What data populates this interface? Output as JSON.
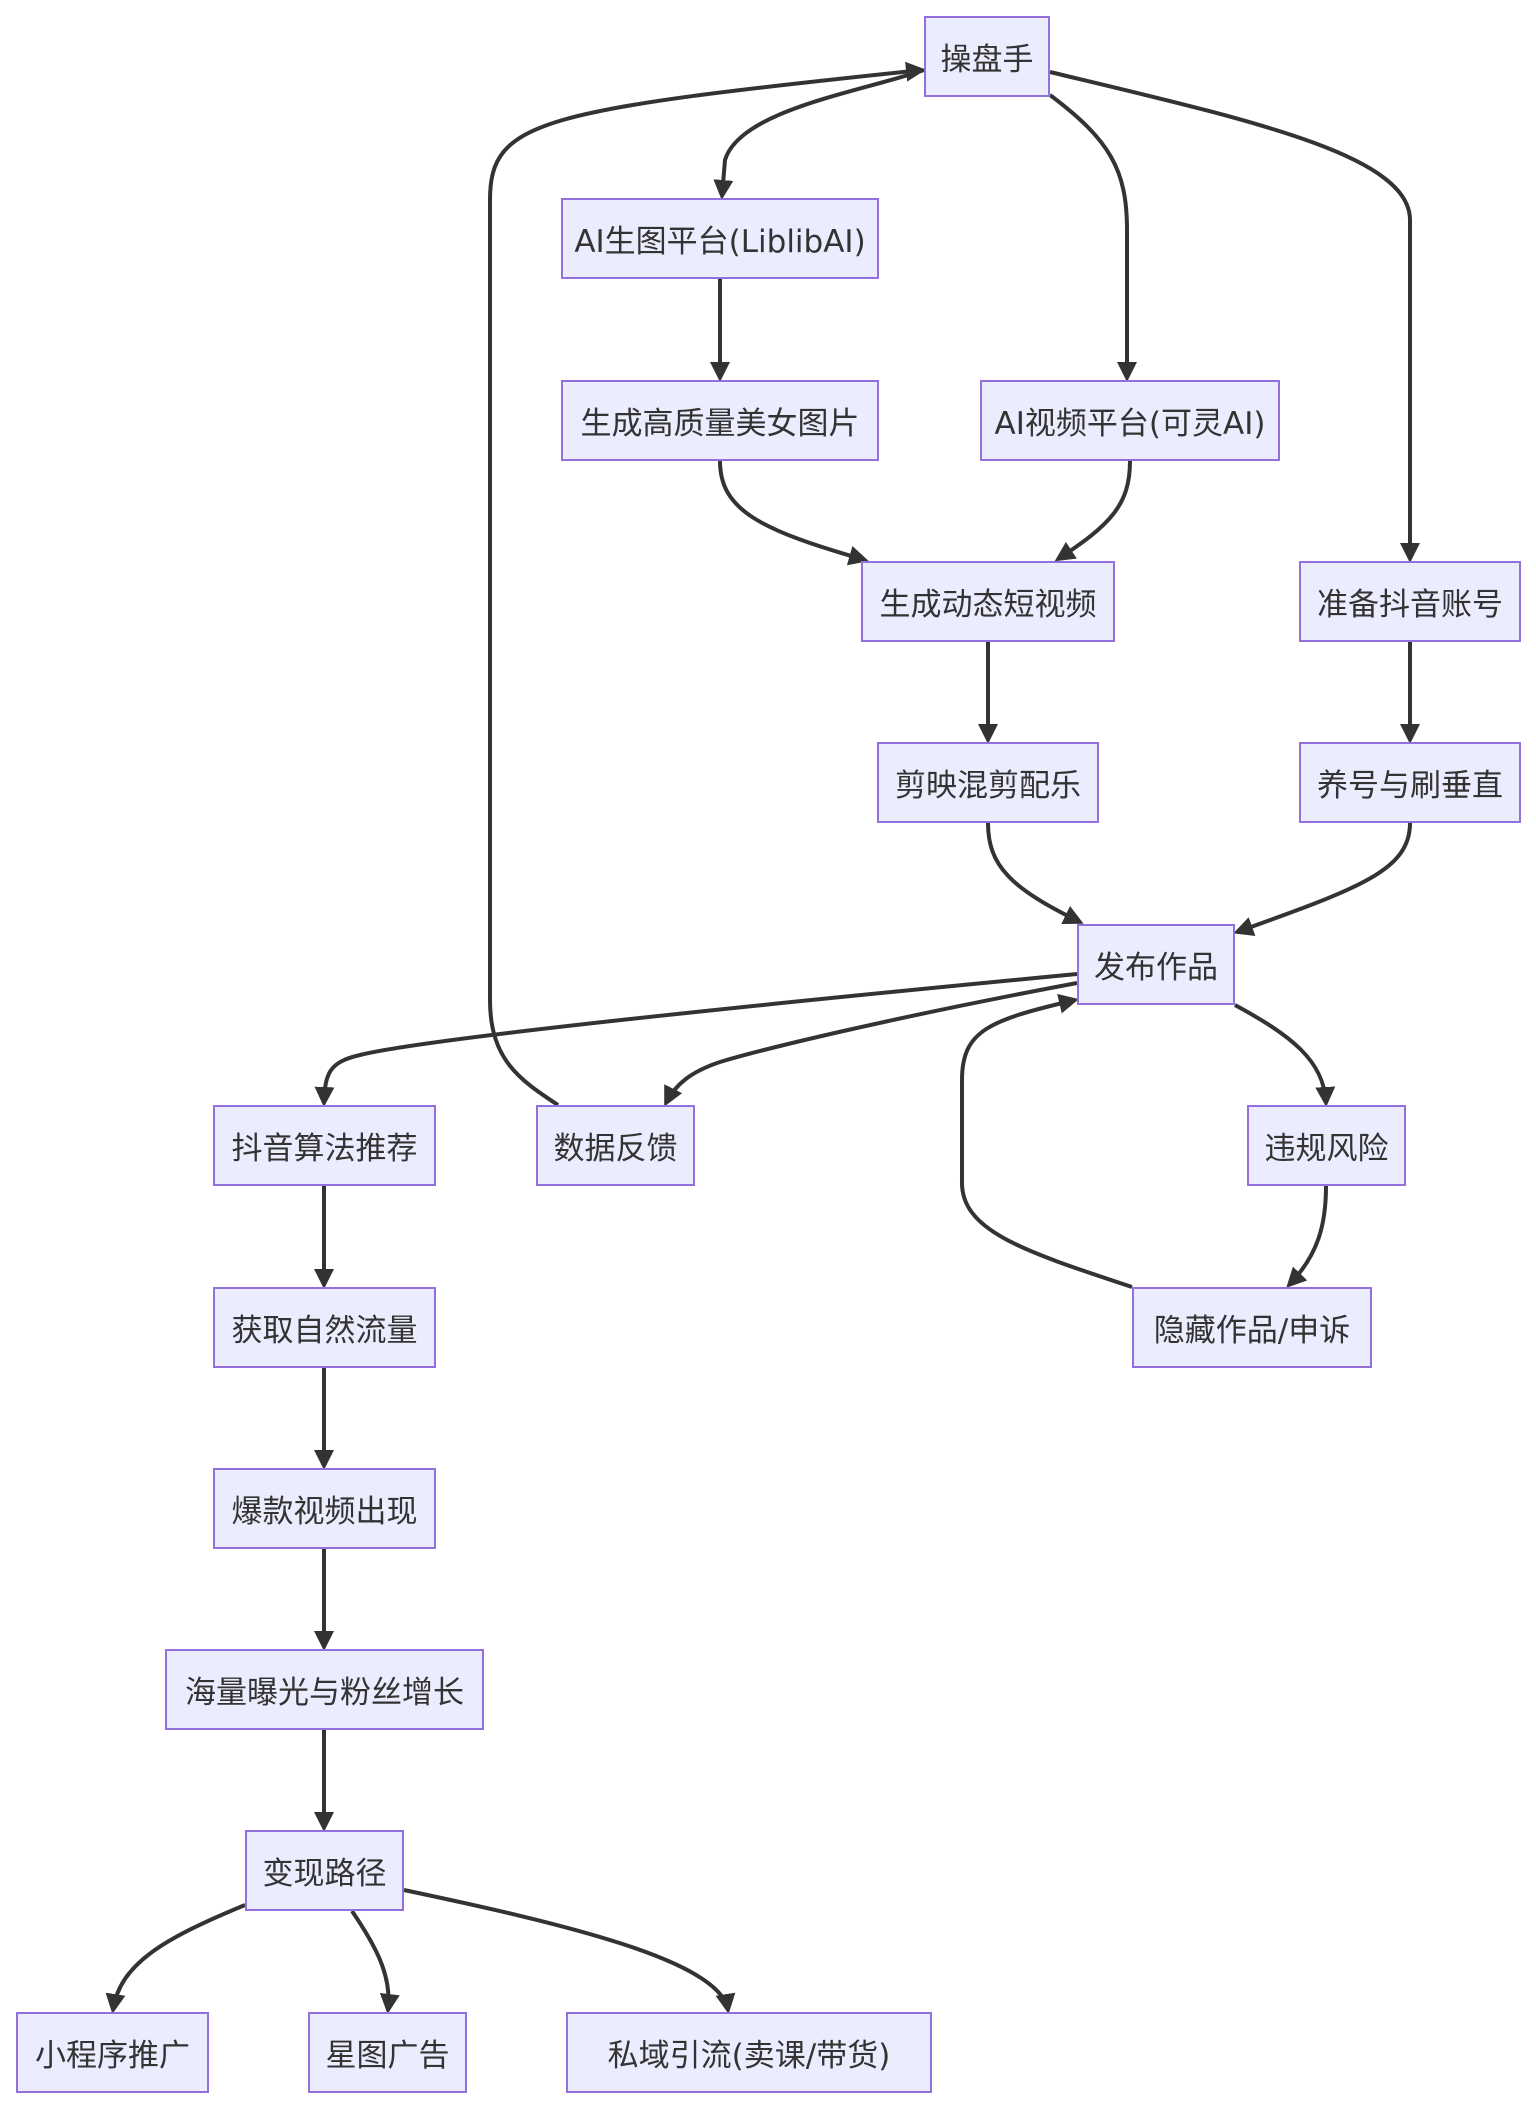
{
  "diagram": {
    "colors": {
      "node_fill": "#ececff",
      "node_border": "#9370db",
      "edge": "#333333",
      "text": "#333333"
    },
    "nodes": {
      "trader": "操盘手",
      "ai_image_platform": "AI生图平台(LiblibAI)",
      "generate_images": "生成高质量美女图片",
      "ai_video_platform": "AI视频平台(可灵AI)",
      "generate_video": "生成动态短视频",
      "prepare_account": "准备抖音账号",
      "edit_music": "剪映混剪配乐",
      "nurture_account": "养号与刷垂直",
      "publish": "发布作品",
      "algorithm": "抖音算法推荐",
      "data_feedback": "数据反馈",
      "violation_risk": "违规风险",
      "organic_traffic": "获取自然流量",
      "hide_appeal": "隐藏作品/申诉",
      "viral_video": "爆款视频出现",
      "exposure_fans": "海量曝光与粉丝增长",
      "monetization": "变现路径",
      "mini_program": "小程序推广",
      "star_ads": "星图广告",
      "private_traffic": "私域引流(卖课/带货)"
    },
    "edges": [
      [
        "trader",
        "ai_image_platform"
      ],
      [
        "trader",
        "ai_video_platform"
      ],
      [
        "trader",
        "prepare_account"
      ],
      [
        "ai_image_platform",
        "generate_images"
      ],
      [
        "generate_images",
        "generate_video"
      ],
      [
        "ai_video_platform",
        "generate_video"
      ],
      [
        "generate_video",
        "edit_music"
      ],
      [
        "prepare_account",
        "nurture_account"
      ],
      [
        "edit_music",
        "publish"
      ],
      [
        "nurture_account",
        "publish"
      ],
      [
        "publish",
        "algorithm"
      ],
      [
        "publish",
        "data_feedback"
      ],
      [
        "publish",
        "violation_risk"
      ],
      [
        "data_feedback",
        "trader"
      ],
      [
        "violation_risk",
        "hide_appeal"
      ],
      [
        "hide_appeal",
        "publish"
      ],
      [
        "algorithm",
        "organic_traffic"
      ],
      [
        "organic_traffic",
        "viral_video"
      ],
      [
        "viral_video",
        "exposure_fans"
      ],
      [
        "exposure_fans",
        "monetization"
      ],
      [
        "monetization",
        "mini_program"
      ],
      [
        "monetization",
        "star_ads"
      ],
      [
        "monetization",
        "private_traffic"
      ]
    ]
  }
}
